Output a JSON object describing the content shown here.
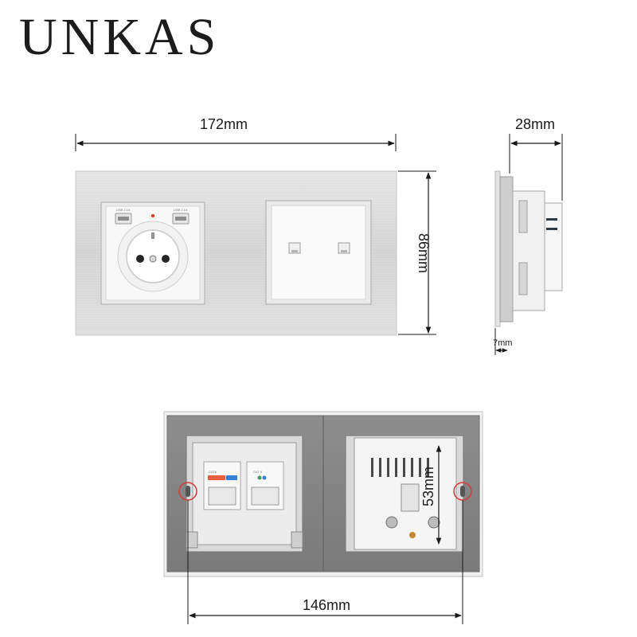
{
  "brand": {
    "name": "UNKAS"
  },
  "dimensions": {
    "front_width": "172mm",
    "front_height": "86mm",
    "side_depth": "28mm",
    "side_plate": "7mm",
    "back_hole_spacing": "146mm",
    "back_module": "53mm"
  },
  "front_panel": {
    "usb_left_label": "USB 2.1A",
    "usb_right_label": "USB 2.1A",
    "rj45_labels": [
      "CAT6",
      "CAT 5"
    ]
  },
  "colors": {
    "plate": "#d9d9d9",
    "frame_gray": "#8a8a8a",
    "module_white": "#f7f7f7",
    "mounting_circle": "#d43a3a",
    "dimension_line": "#1a1a1a"
  },
  "icons": [
    "brand-logo",
    "usb-port-icon",
    "french-socket-icon",
    "rj45-port-icon",
    "arrow-icon",
    "mounting-hole-marker-icon"
  ]
}
